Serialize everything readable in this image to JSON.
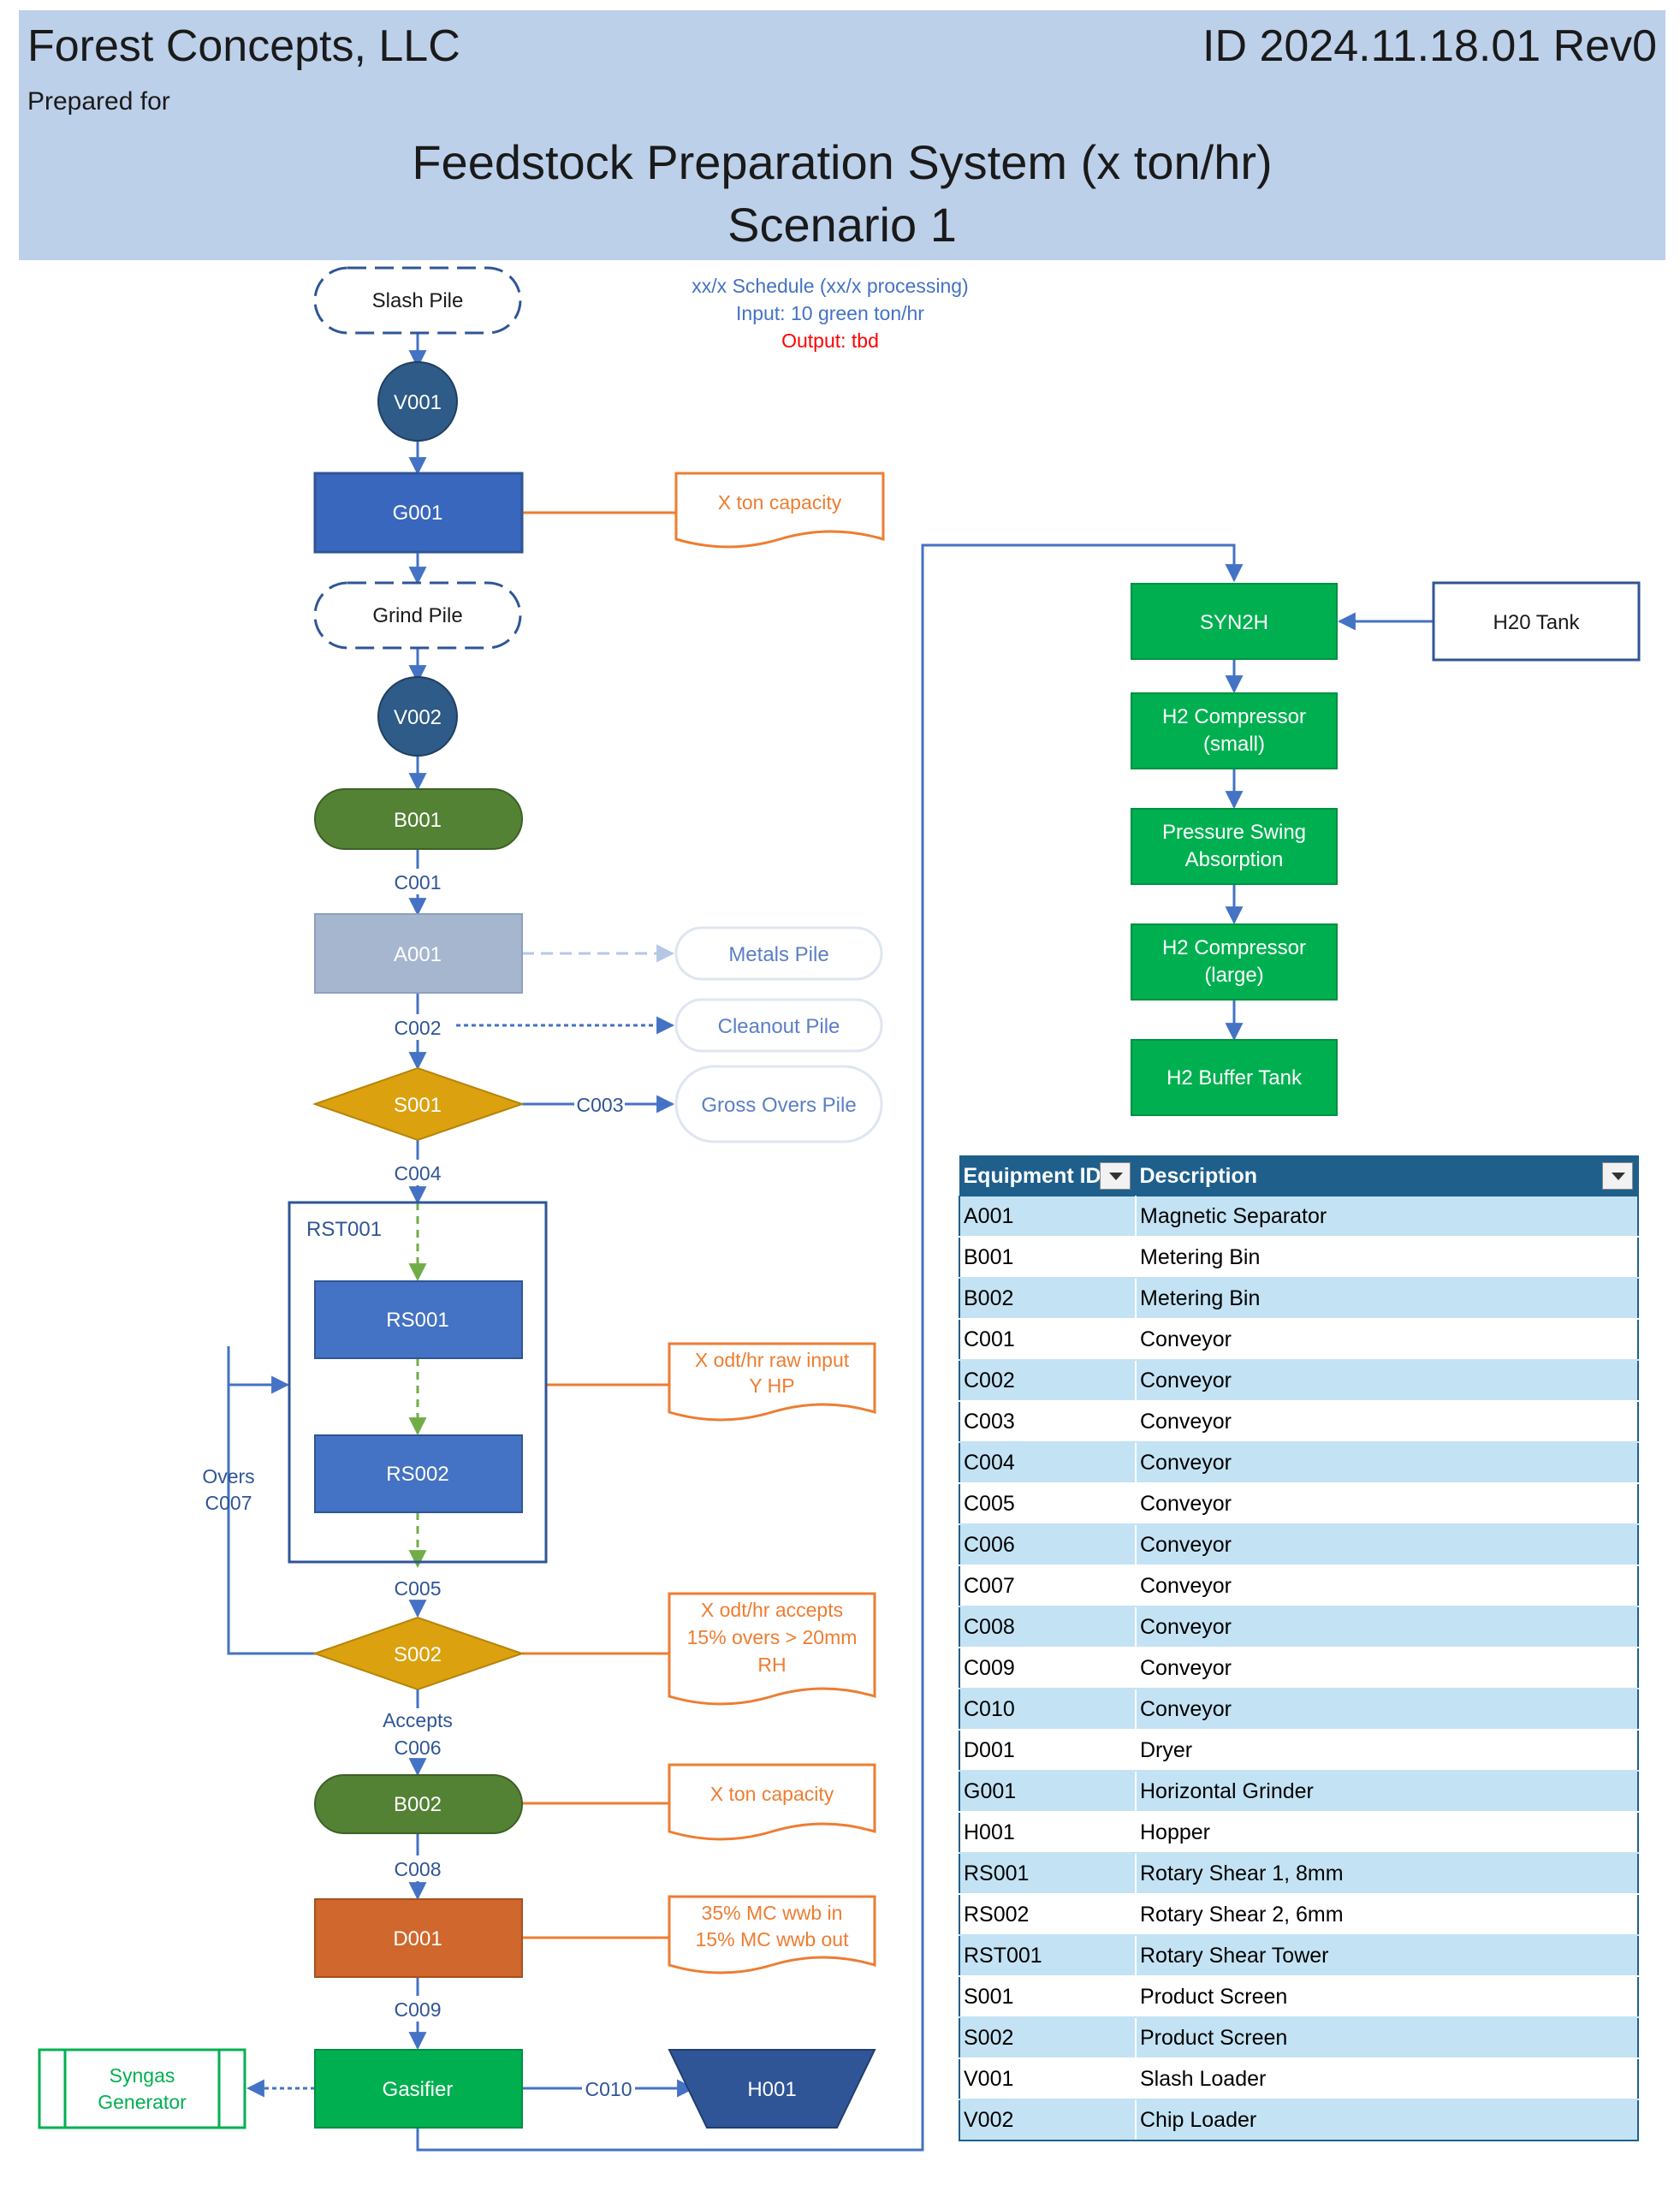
{
  "header": {
    "company": "Forest Concepts, LLC",
    "doc_id": "ID 2024.11.18.01 Rev0",
    "prepared_for": "Prepared for",
    "title_line1": "Feedstock Preparation System (x ton/hr)",
    "title_line2": "Scenario 1"
  },
  "schedule": {
    "line1": "xx/x Schedule (xx/x processing)",
    "line2": "Input: 10 green ton/hr",
    "line3": "Output: tbd"
  },
  "colors": {
    "blue_process": "#4472c4",
    "dark_blue_process": "#2f5597",
    "circle": "#2e5b87",
    "green_bin": "#548235",
    "gray_process": "#a6b6cf",
    "gold_screen": "#dba10f",
    "orange_dryer": "#d0672c",
    "green_h2": "#00b050",
    "note_orange": "#ed7d31",
    "arrow_blue": "#4472c4",
    "arrow_green": "#70ad47",
    "table_header": "#1f5f8b",
    "table_band": "#c3e3f4"
  },
  "flow": {
    "slash_pile": "Slash Pile",
    "v001": "V001",
    "g001": "G001",
    "g001_note": "X ton capacity",
    "grind_pile": "Grind Pile",
    "v002": "V002",
    "b001": "B001",
    "c001": "C001",
    "a001": "A001",
    "metals_pile": "Metals Pile",
    "c002": "C002",
    "cleanout_pile": "Cleanout Pile",
    "s001": "S001",
    "c003": "C003",
    "gross_overs_pile": "Gross Overs Pile",
    "c004": "C004",
    "rst001": "RST001",
    "rs001": "RS001",
    "rs002": "RS002",
    "rst_note_l1": "X odt/hr raw input",
    "rst_note_l2": "Y HP",
    "overs_l1": "Overs",
    "overs_l2": "C007",
    "c005": "C005",
    "s002": "S002",
    "s002_note_l1": "X odt/hr accepts",
    "s002_note_l2": "15% overs > 20mm",
    "s002_note_l3": "RH",
    "accepts_l1": "Accepts",
    "accepts_l2": "C006",
    "b002": "B002",
    "b002_note": "X ton capacity",
    "c008": "C008",
    "d001": "D001",
    "d001_note_l1": "35% MC wwb in",
    "d001_note_l2": "15% MC wwb out",
    "c009": "C009",
    "gasifier": "Gasifier",
    "syngas_l1": "Syngas",
    "syngas_l2": "Generator",
    "c010": "C010",
    "h001": "H001",
    "syn2h": "SYN2H",
    "h2o_tank": "H20 Tank",
    "h2comp_small_l1": "H2 Compressor",
    "h2comp_small_l2": "(small)",
    "psa_l1": "Pressure Swing",
    "psa_l2": "Absorption",
    "h2comp_large_l1": "H2 Compressor",
    "h2comp_large_l2": "(large)",
    "h2_buffer": "H2 Buffer Tank"
  },
  "table": {
    "col1": "Equipment ID",
    "col2": "Description",
    "rows": [
      {
        "id": "A001",
        "desc": "Magnetic Separator"
      },
      {
        "id": "B001",
        "desc": "Metering Bin"
      },
      {
        "id": "B002",
        "desc": "Metering Bin"
      },
      {
        "id": "C001",
        "desc": "Conveyor"
      },
      {
        "id": "C002",
        "desc": "Conveyor"
      },
      {
        "id": "C003",
        "desc": "Conveyor"
      },
      {
        "id": "C004",
        "desc": "Conveyor"
      },
      {
        "id": "C005",
        "desc": "Conveyor"
      },
      {
        "id": "C006",
        "desc": "Conveyor"
      },
      {
        "id": "C007",
        "desc": "Conveyor"
      },
      {
        "id": "C008",
        "desc": "Conveyor"
      },
      {
        "id": "C009",
        "desc": "Conveyor"
      },
      {
        "id": "C010",
        "desc": "Conveyor"
      },
      {
        "id": "D001",
        "desc": "Dryer"
      },
      {
        "id": "G001",
        "desc": "Horizontal Grinder"
      },
      {
        "id": "H001",
        "desc": "Hopper"
      },
      {
        "id": "RS001",
        "desc": "Rotary Shear 1, 8mm"
      },
      {
        "id": "RS002",
        "desc": "Rotary Shear 2, 6mm"
      },
      {
        "id": "RST001",
        "desc": "Rotary Shear Tower"
      },
      {
        "id": "S001",
        "desc": "Product Screen"
      },
      {
        "id": "S002",
        "desc": "Product Screen"
      },
      {
        "id": "V001",
        "desc": "Slash Loader"
      },
      {
        "id": "V002",
        "desc": "Chip Loader"
      }
    ]
  }
}
